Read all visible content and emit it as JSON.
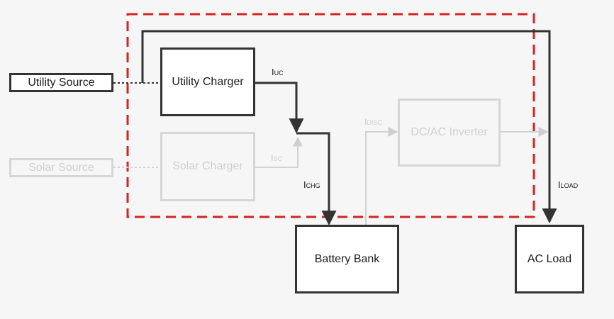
{
  "colors": {
    "dark": "#333333",
    "faded": "#d2d2d2",
    "boundary": "#d42323",
    "background": "#f6f6f6"
  },
  "boxes": {
    "utility_source": "Utility Source",
    "solar_source": "Solar Source",
    "utility_charger": "Utility Charger",
    "solar_charger": "Solar Charger",
    "inverter": "DC/AC Inverter",
    "battery_bank": "Battery Bank",
    "ac_load": "AC Load"
  },
  "currents": {
    "iuc": {
      "main": "I",
      "sub": "UC"
    },
    "isc": {
      "main": "I",
      "sub": "SC"
    },
    "ichg": {
      "main": "I",
      "sub": "CHG"
    },
    "idisc": {
      "main": "I",
      "sub": "DISC"
    },
    "iload": {
      "main": "I",
      "sub": "LOAD"
    }
  }
}
